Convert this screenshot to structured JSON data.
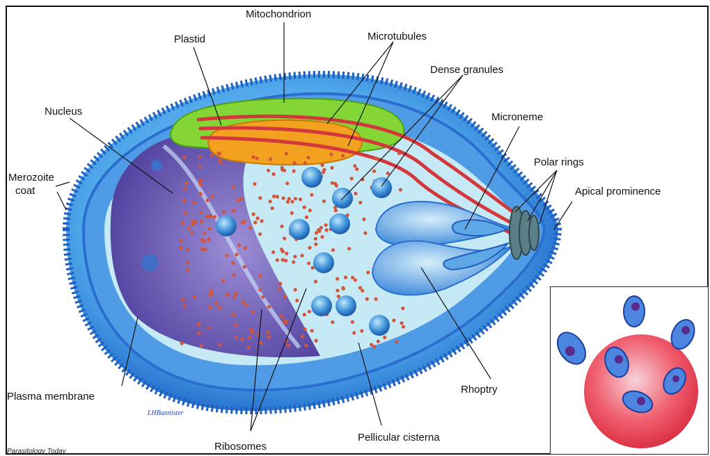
{
  "labels": {
    "mitochondrion": "Mitochondrion",
    "plastid": "Plastid",
    "microtubules": "Microtubules",
    "dense_granules": "Dense granules",
    "nucleus": "Nucleus",
    "microneme": "Microneme",
    "polar_rings": "Polar rings",
    "merozoite_coat_line1": "Merozoite",
    "merozoite_coat_line2": "coat",
    "apical_prominence": "Apical prominence",
    "plasma_membrane": "Plasma membrane",
    "rhoptry": "Rhoptry",
    "ribosomes": "Ribosomes",
    "pellicular_cisterna": "Pellicular cisterna"
  },
  "signature": "LHBannister",
  "credit": "Parasitology Today",
  "colors": {
    "cell_outer": "#2f86e0",
    "cell_inner": "#7cc6f2",
    "cytoplasm": "#cdeef6",
    "nucleus": "#6b55b8",
    "mitochondrion": "#7cd332",
    "plastid": "#f0a020",
    "microtubule": "#d23a3a",
    "ribosome": "#d2553a",
    "rbc": "#ee4455"
  }
}
